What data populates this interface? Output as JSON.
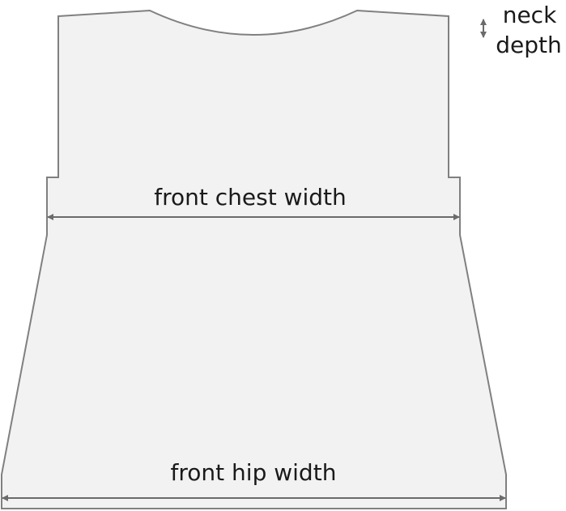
{
  "colors": {
    "garment_fill": "#f2f2f2",
    "garment_stroke": "#808080",
    "arrow": "#6b6b6b",
    "text": "#1a1a1a"
  },
  "labels": {
    "neck_depth_line1": "neck",
    "neck_depth_line2": "depth",
    "front_chest_width": "front chest width",
    "front_hip_width": "front hip width"
  }
}
